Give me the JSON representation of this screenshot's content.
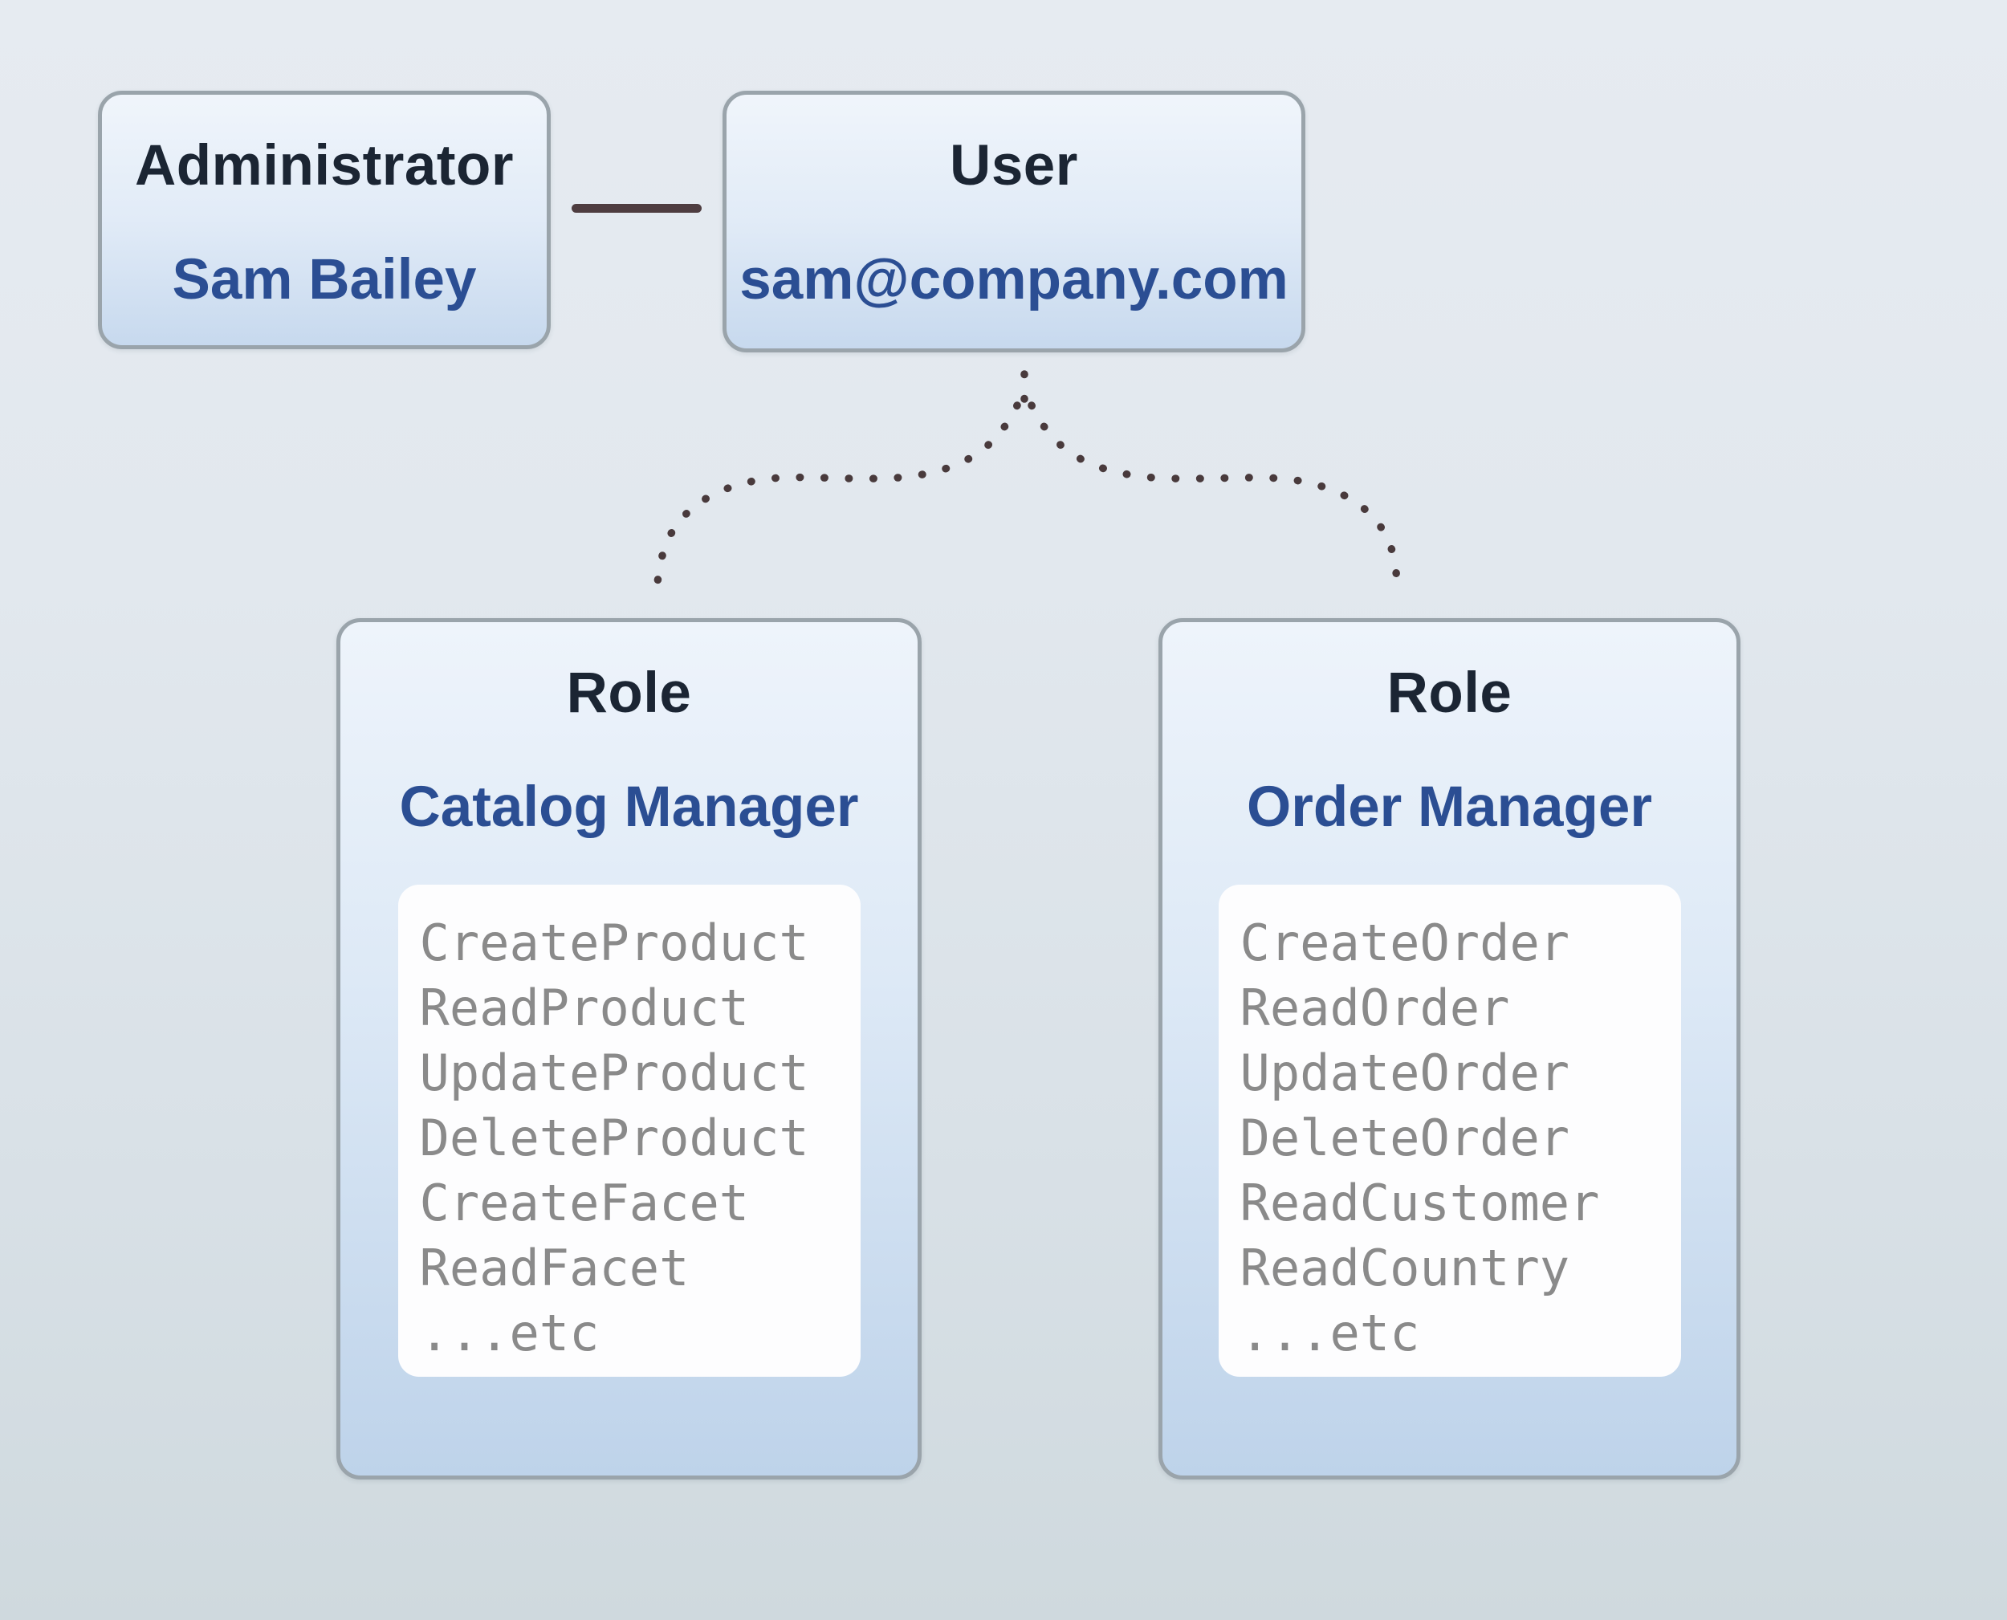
{
  "admin_card": {
    "title": "Administrator",
    "name": "Sam Bailey"
  },
  "user_card": {
    "title": "User",
    "email": "sam@company.com"
  },
  "roles": [
    {
      "title": "Role",
      "name": "Catalog Manager",
      "permissions": [
        "CreateProduct",
        "ReadProduct",
        "UpdateProduct",
        "DeleteProduct",
        "CreateFacet",
        "ReadFacet",
        "...etc"
      ]
    },
    {
      "title": "Role",
      "name": "Order Manager",
      "permissions": [
        "CreateOrder",
        "ReadOrder",
        "UpdateOrder",
        "DeleteOrder",
        "ReadCustomer",
        "ReadCountry",
        "...etc"
      ]
    }
  ],
  "colors": {
    "background_top": "#e6ebf1",
    "background_bottom": "#cfd9de",
    "card_border": "#9aa4ab",
    "card_gradient_top": "#eef4fb",
    "card_gradient_bottom": "#bed3ea",
    "panel_background": "#fdfdfe",
    "title_text": "#1b2533",
    "accent_blue": "#2b4e93",
    "permission_text": "#8a8a8a",
    "connector": "#4e3d40"
  }
}
